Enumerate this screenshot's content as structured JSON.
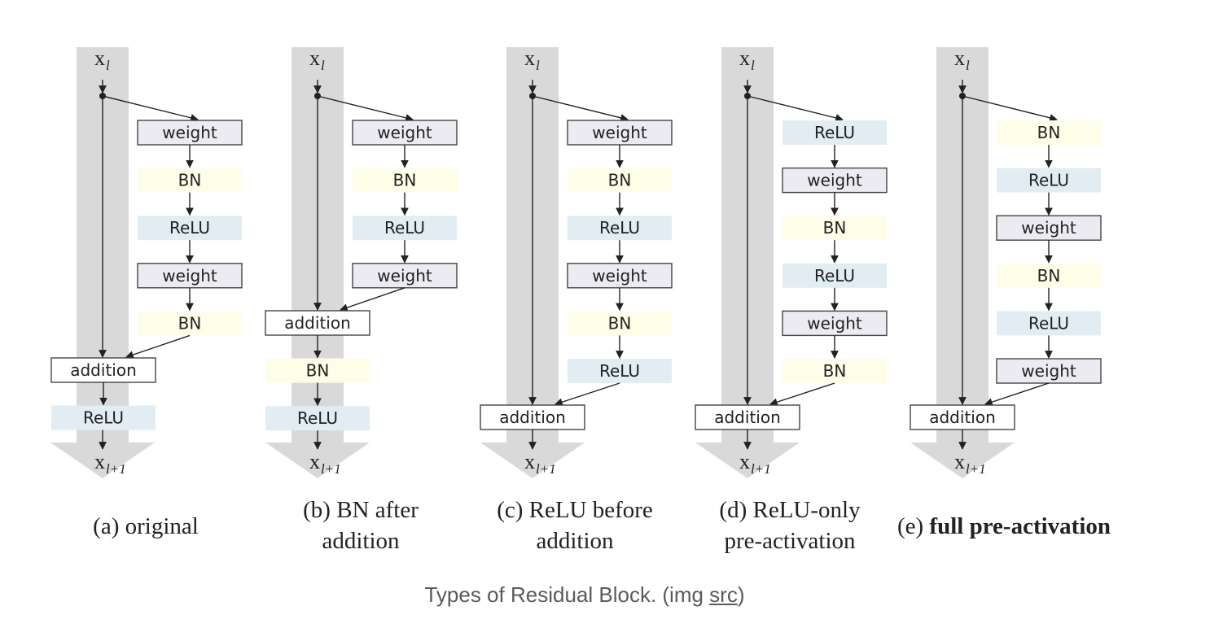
{
  "figure": {
    "input_label": "x",
    "input_subscript": "l",
    "output_label": "x",
    "output_subscript": "l+1",
    "columns": [
      {
        "id": "a",
        "caption_lines": [
          "(a) original"
        ],
        "caption_bold": "",
        "branch": [
          "weight",
          "BN",
          "ReLU",
          "weight",
          "BN"
        ],
        "addition_label": "addition",
        "post": [
          "ReLU"
        ]
      },
      {
        "id": "b",
        "caption_lines": [
          "(b) BN after",
          "addition"
        ],
        "caption_bold": "",
        "branch": [
          "weight",
          "BN",
          "ReLU",
          "weight"
        ],
        "addition_label": "addition",
        "post": [
          "BN",
          "ReLU"
        ]
      },
      {
        "id": "c",
        "caption_lines": [
          "(c) ReLU before",
          "addition"
        ],
        "caption_bold": "",
        "branch": [
          "weight",
          "BN",
          "ReLU",
          "weight",
          "BN",
          "ReLU"
        ],
        "addition_label": "addition",
        "post": []
      },
      {
        "id": "d",
        "caption_lines": [
          "(d) ReLU-only",
          "pre-activation"
        ],
        "caption_bold": "",
        "branch": [
          "ReLU",
          "weight",
          "BN",
          "ReLU",
          "weight",
          "BN"
        ],
        "addition_label": "addition",
        "post": []
      },
      {
        "id": "e",
        "caption_lines": [
          "(e) "
        ],
        "caption_bold": "full pre-activation",
        "branch": [
          "BN",
          "ReLU",
          "weight",
          "BN",
          "ReLU",
          "weight"
        ],
        "addition_label": "addition",
        "post": []
      }
    ]
  },
  "caption": {
    "text": "Types of Residual Block. (img ",
    "link": "src",
    "suffix": ")"
  },
  "colors": {
    "band": "#d9d9d9",
    "weight_fill": "#ecebf1",
    "bn_fill": "#fdfde8",
    "relu_fill": "#e1edf2",
    "addition_fill": "#ffffff",
    "line": "#222222"
  }
}
